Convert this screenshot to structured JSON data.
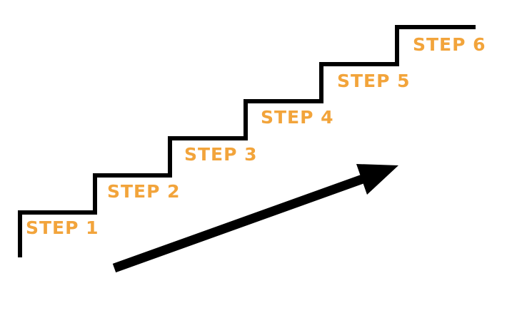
{
  "diagram": {
    "type": "staircase-steps",
    "steps": [
      {
        "label": "STEP 1"
      },
      {
        "label": "STEP 2"
      },
      {
        "label": "STEP 3"
      },
      {
        "label": "STEP 4"
      },
      {
        "label": "STEP 5"
      },
      {
        "label": "STEP 6"
      }
    ],
    "icons": {
      "arrow": "upward-trend-arrow"
    },
    "colors": {
      "step_label": "#F2A43B",
      "line": "#000000",
      "background": "#FFFFFF"
    }
  }
}
